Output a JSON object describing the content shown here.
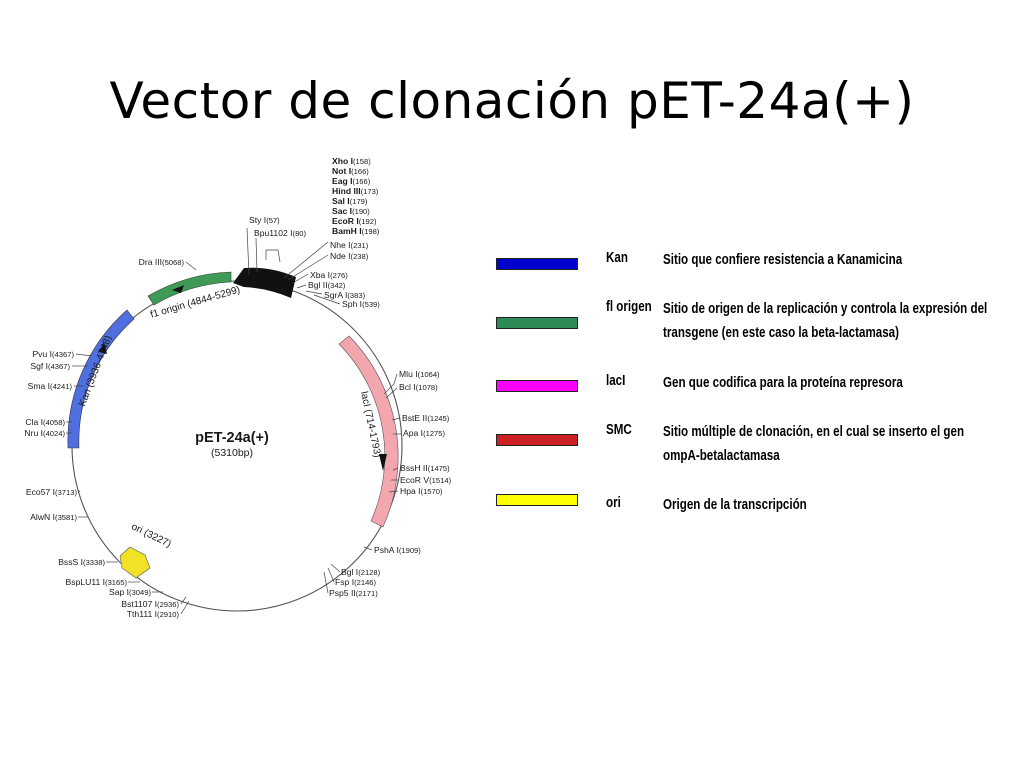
{
  "slide": {
    "title": "Vector de clonación pET-24a(+)"
  },
  "plasmid": {
    "name": "pET-24a(+)",
    "size": "(5310bp)",
    "features": [
      {
        "id": "kan",
        "label": "Kan (3936-4748)",
        "color": "#4f6fe0"
      },
      {
        "id": "f1",
        "label": "f1 origin (4844-5299)",
        "color": "#3f9a55"
      },
      {
        "id": "laci",
        "label": "lacI (714-1793)",
        "color": "#f3a6ae"
      },
      {
        "id": "ori",
        "label": "ori (3227)",
        "color": "#f2e227"
      },
      {
        "id": "t7",
        "label": "",
        "color": "#111111"
      }
    ],
    "mcs_sites": [
      {
        "name": "Xho I",
        "pos": "(158)"
      },
      {
        "name": "Not I",
        "pos": "(166)"
      },
      {
        "name": "Eag I",
        "pos": "(166)"
      },
      {
        "name": "Hind III",
        "pos": "(173)"
      },
      {
        "name": "Sal I",
        "pos": "(179)"
      },
      {
        "name": "Sac I",
        "pos": "(190)"
      },
      {
        "name": "EcoR I",
        "pos": "(192)"
      },
      {
        "name": "BamH I",
        "pos": "(198)"
      }
    ],
    "sites": [
      {
        "name": "Sty I",
        "pos": "(57)"
      },
      {
        "name": "Bpu1102 I",
        "pos": "(80)"
      },
      {
        "name": "Nhe I",
        "pos": "(231)"
      },
      {
        "name": "Nde I",
        "pos": "(238)"
      },
      {
        "name": "Xba I",
        "pos": "(276)"
      },
      {
        "name": "Bgl II",
        "pos": "(342)"
      },
      {
        "name": "SgrA I",
        "pos": "(383)"
      },
      {
        "name": "Sph I",
        "pos": "(539)"
      },
      {
        "name": "Mlu I",
        "pos": "(1064)"
      },
      {
        "name": "Bcl I",
        "pos": "(1078)"
      },
      {
        "name": "BstE II",
        "pos": "(1245)"
      },
      {
        "name": "Apa I",
        "pos": "(1275)"
      },
      {
        "name": "BssH II",
        "pos": "(1475)"
      },
      {
        "name": "EcoR V",
        "pos": "(1514)"
      },
      {
        "name": "Hpa I",
        "pos": "(1570)"
      },
      {
        "name": "PshA I",
        "pos": "(1909)"
      },
      {
        "name": "Bgl I",
        "pos": "(2128)"
      },
      {
        "name": "Fsp I",
        "pos": "(2146)"
      },
      {
        "name": "Psp5 II",
        "pos": "(2171)"
      },
      {
        "name": "Tth111 I",
        "pos": "(2910)"
      },
      {
        "name": "Bst1107 I",
        "pos": "(2936)"
      },
      {
        "name": "Sap I",
        "pos": "(3049)"
      },
      {
        "name": "BspLU11 I",
        "pos": "(3165)"
      },
      {
        "name": "BssS I",
        "pos": "(3338)"
      },
      {
        "name": "AlwN I",
        "pos": "(3581)"
      },
      {
        "name": "Eco57 I",
        "pos": "(3713)"
      },
      {
        "name": "Nru I",
        "pos": "(4024)"
      },
      {
        "name": "Cla I",
        "pos": "(4058)"
      },
      {
        "name": "Sma I",
        "pos": "(4241)"
      },
      {
        "name": "Sgf I",
        "pos": "(4367)"
      },
      {
        "name": "Pvu I",
        "pos": "(4367)"
      },
      {
        "name": "Dra III",
        "pos": "(5068)"
      }
    ]
  },
  "legend": [
    {
      "key": "Kan",
      "desc": "Sitio que confiere resistencia a Kanamicina",
      "color": "#0000cc"
    },
    {
      "key": "fl origen",
      "desc": "Sitio de origen de la replicación y controla la expresión del transgene (en este caso la beta-lactamasa)",
      "color": "#2e8b57"
    },
    {
      "key": "lacI",
      "desc": "Gen que codifica para la proteína represora",
      "color": "#ff00ff"
    },
    {
      "key": "SMC",
      "desc": "Sitio múltiple de clonación, en el cual se inserto el gen ompA-betalactamasa",
      "color": "#cc2222"
    },
    {
      "key": "ori",
      "desc": "Origen de la transcripción",
      "color": "#ffff00"
    }
  ]
}
